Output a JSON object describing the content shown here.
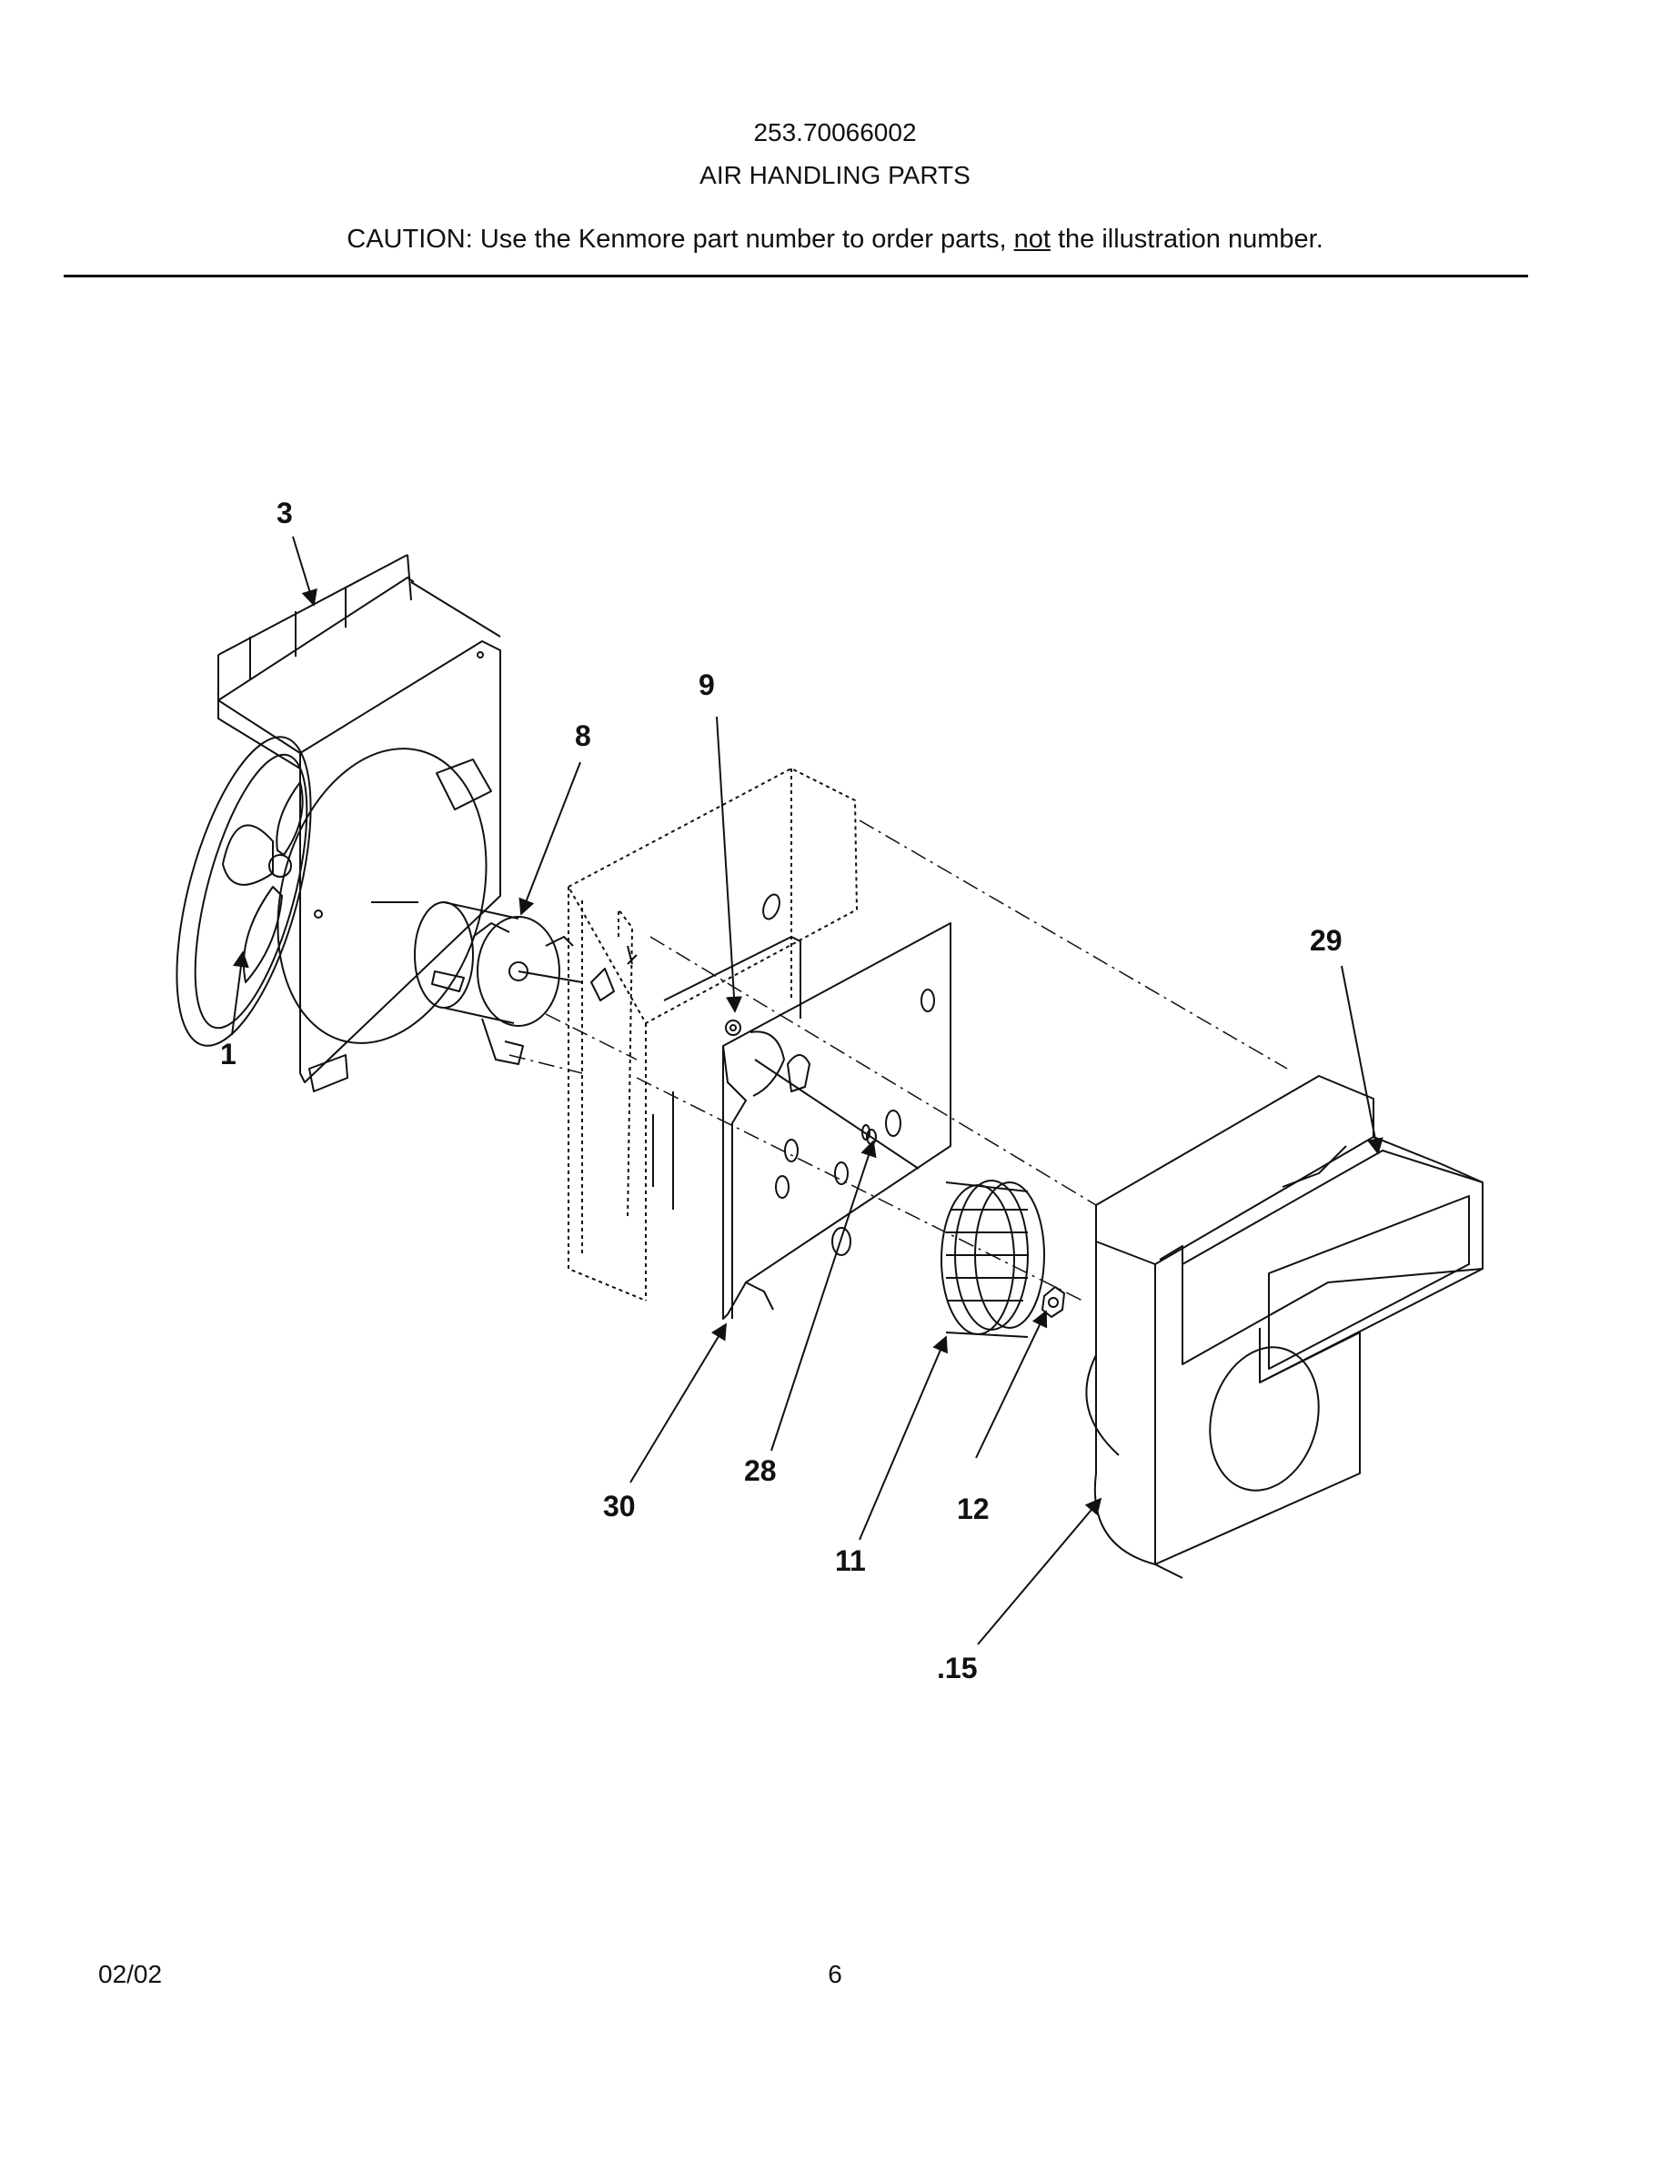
{
  "header": {
    "model_number": "253.70066002",
    "section_title": "AIR HANDLING PARTS",
    "caution_prefix": "CAUTION: Use the Kenmore part number to order parts, ",
    "caution_emphasis": "not",
    "caution_suffix": " the illustration number."
  },
  "diagram": {
    "callouts": [
      "3",
      "9",
      "8",
      "29",
      "1",
      "28",
      "30",
      "12",
      "11",
      ".15"
    ]
  },
  "footer": {
    "date": "02/02",
    "page_number": "6"
  }
}
